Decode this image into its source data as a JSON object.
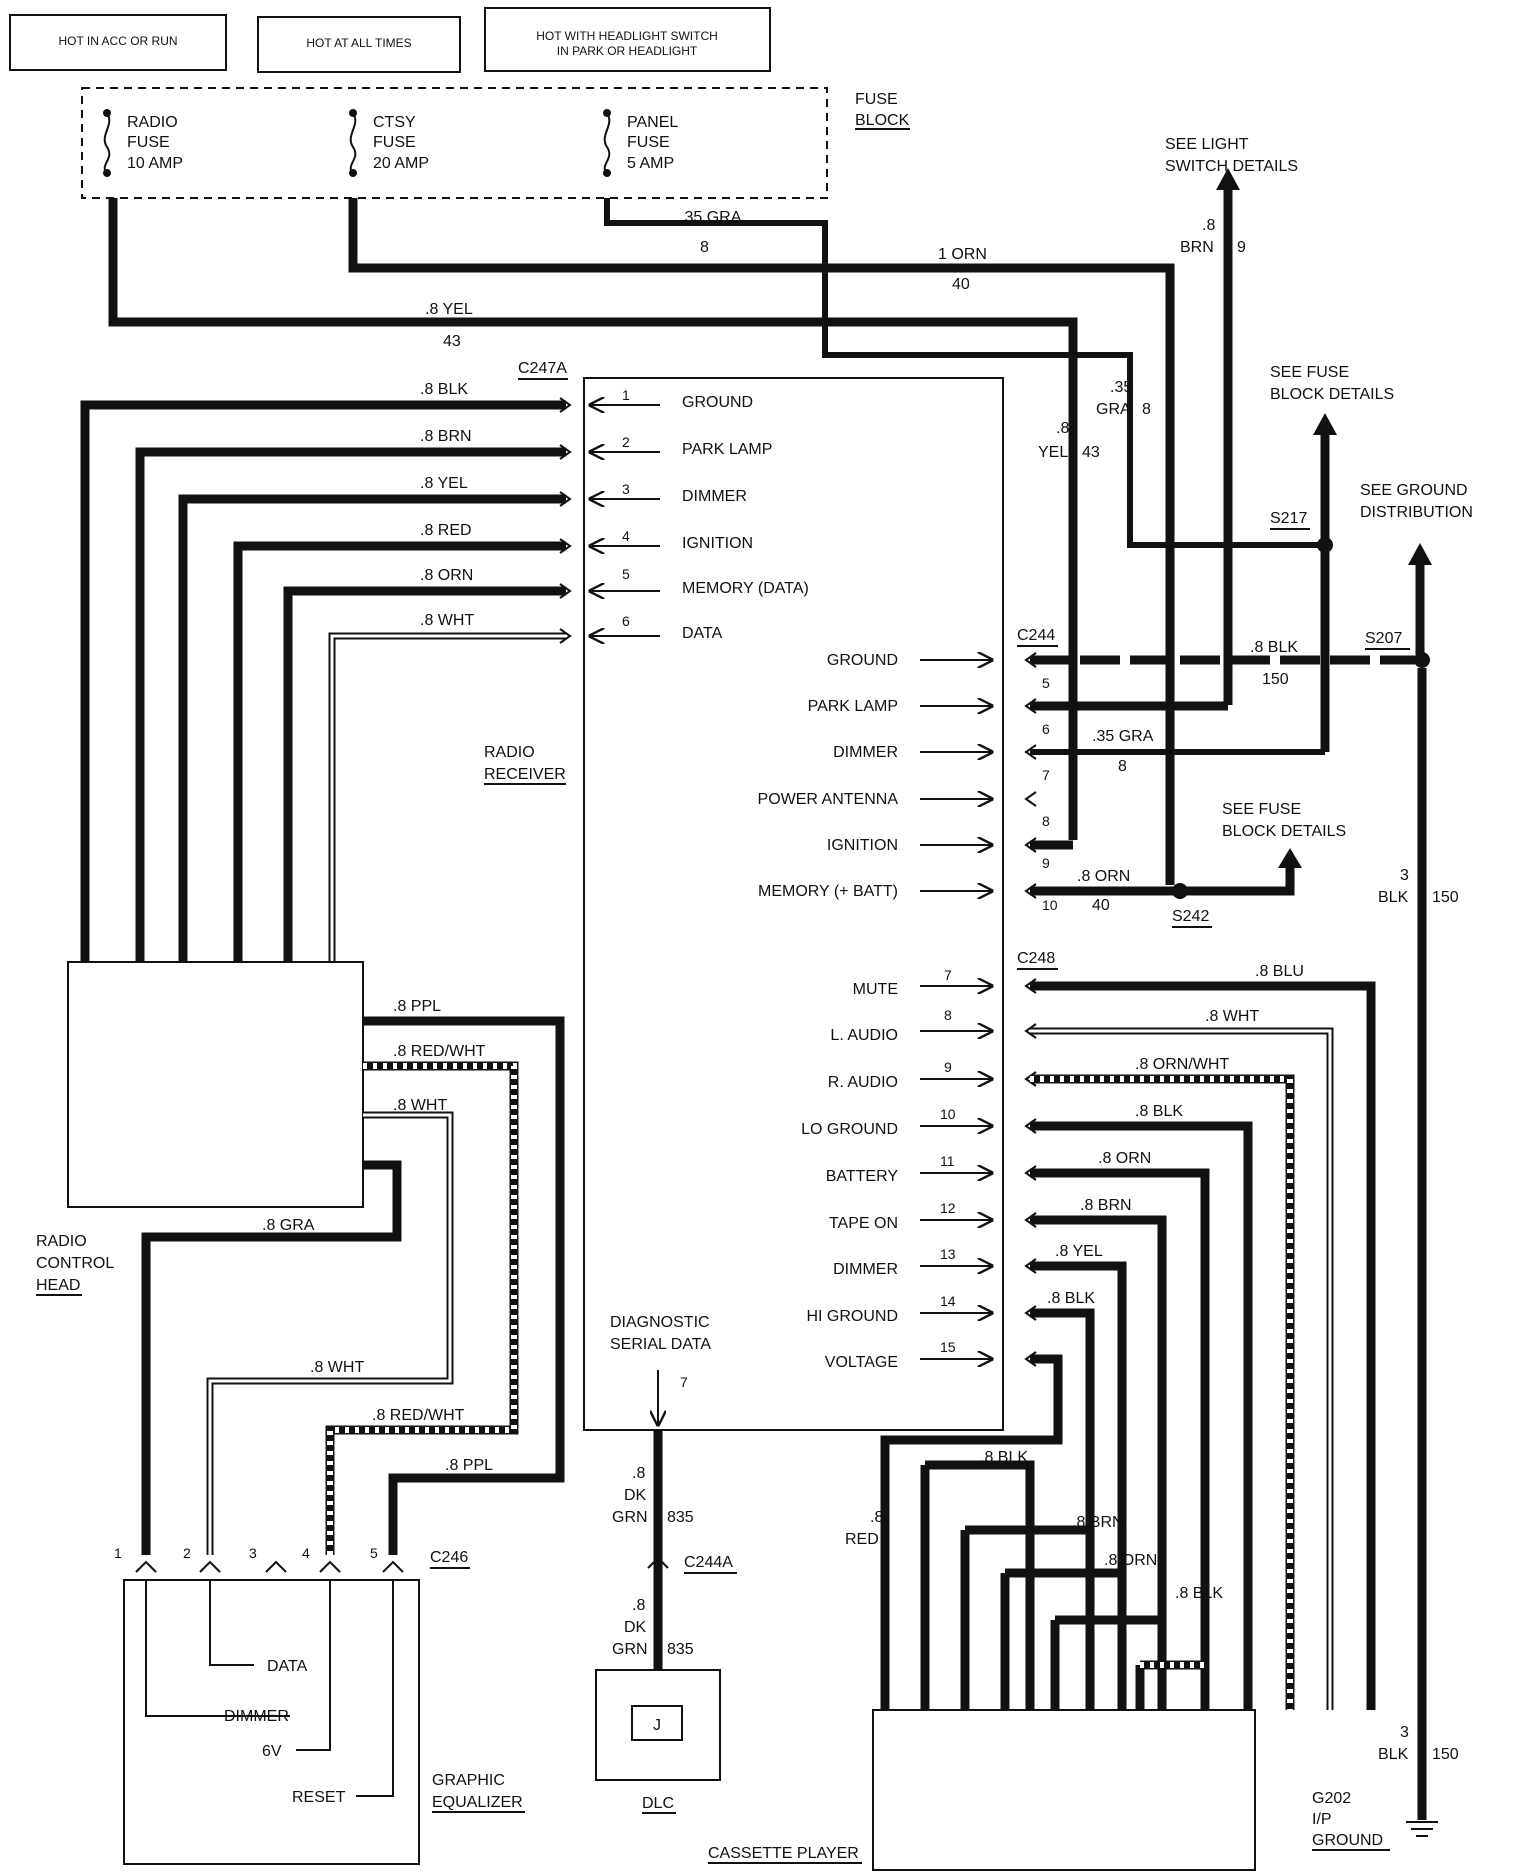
{
  "legend": {
    "acc_run": "HOT IN ACC OR RUN",
    "all_times": "HOT AT ALL TIMES",
    "headlight_1": "HOT WITH HEADLIGHT SWITCH",
    "headlight_2": "IN PARK OR HEADLIGHT"
  },
  "fuse_block": {
    "label_1": "FUSE",
    "label_2": "BLOCK",
    "radio": [
      "RADIO",
      "FUSE",
      "10 AMP"
    ],
    "ctsy": [
      "CTSY",
      "FUSE",
      "20 AMP"
    ],
    "panel": [
      "PANEL",
      "FUSE",
      "5 AMP"
    ]
  },
  "wires_top": {
    "gra_35": ".35 GRA",
    "gra_35_num": "8",
    "orn_1": "1 ORN",
    "orn_1_num": "40",
    "yel_8": ".8 YEL",
    "yel_8_num": "43",
    "brn_8": ".8",
    "brn_8_b": "BRN",
    "brn_8_num": "9",
    "gra_35_b": ".35",
    "gra_35_b2": "GRA",
    "gra_35_b_num": "8",
    "yel_8_b": ".8",
    "yel_8_b2": "YEL",
    "yel_8_b_num": "43"
  },
  "refs": {
    "light_switch_1": "SEE LIGHT",
    "light_switch_2": "SWITCH DETAILS",
    "fuse_details_1": "SEE FUSE",
    "fuse_details_2": "BLOCK DETAILS",
    "ground_dist_1": "SEE GROUND",
    "ground_dist_2": "DISTRIBUTION",
    "fuse_details_b1": "SEE FUSE",
    "fuse_details_b2": "BLOCK DETAILS"
  },
  "splices": {
    "s217": "S217",
    "s207": "S207",
    "s242": "S242"
  },
  "connectors": {
    "c247a": "C247A",
    "c244": "C244",
    "c248": "C248",
    "c246": "C246",
    "c244a": "C244A"
  },
  "c247a_wires": [
    ".8 BLK",
    ".8 BRN",
    ".8 YEL",
    ".8 RED",
    ".8 ORN",
    ".8  WHT"
  ],
  "receiver": {
    "label_1": "RADIO",
    "label_2": "RECEIVER",
    "left_pins": [
      {
        "num": "1",
        "name": "GROUND"
      },
      {
        "num": "2",
        "name": "PARK LAMP"
      },
      {
        "num": "3",
        "name": "DIMMER"
      },
      {
        "num": "4",
        "name": "IGNITION"
      },
      {
        "num": "5",
        "name": "MEMORY (DATA)"
      },
      {
        "num": "6",
        "name": "DATA"
      }
    ],
    "c244_pins": [
      {
        "num": "5",
        "name": "GROUND"
      },
      {
        "num": "6",
        "name": "PARK LAMP"
      },
      {
        "num": "7",
        "name": "DIMMER"
      },
      {
        "num": "8",
        "name": "POWER ANTENNA"
      },
      {
        "num": "9",
        "name": "IGNITION"
      },
      {
        "num": "10",
        "name": "MEMORY (+ BATT)"
      }
    ],
    "c248_pins": [
      {
        "num": "7",
        "name": "MUTE"
      },
      {
        "num": "8",
        "name": "L. AUDIO"
      },
      {
        "num": "9",
        "name": "R. AUDIO"
      },
      {
        "num": "10",
        "name": "LO GROUND"
      },
      {
        "num": "11",
        "name": "BATTERY"
      },
      {
        "num": "12",
        "name": "TAPE ON"
      },
      {
        "num": "13",
        "name": "DIMMER"
      },
      {
        "num": "14",
        "name": "HI GROUND"
      },
      {
        "num": "15",
        "name": "VOLTAGE"
      }
    ],
    "diag_1": "DIAGNOSTIC",
    "diag_2": "SERIAL DATA",
    "diag_pin": "7"
  },
  "c244_wires": {
    "blk": ".8 BLK",
    "blk_num": "150",
    "gra": ".35 GRA",
    "gra_num": "8",
    "orn": ".8 ORN",
    "orn_num": "40",
    "pin10_num": "10"
  },
  "c248_wires": [
    ".8 BLU",
    ".8  WHT",
    ".8 ORN/WHT",
    ".8 BLK",
    ".8 ORN",
    ".8 BRN",
    ".8 YEL",
    ".8 BLK"
  ],
  "cassette_wires": {
    "blk1": ".8 BLK",
    "red_1": ".8",
    "red_2": "RED",
    "brn": ".8 BRN",
    "orn": ".8 ORN",
    "blk2": ".8 BLK"
  },
  "ground_wire": {
    "a1": "3",
    "a2": "BLK",
    "a_num": "150",
    "b1": "3",
    "b2": "BLK",
    "b_num": "150"
  },
  "ground": {
    "g1": "G202",
    "g2": "I/P",
    "g3": "GROUND"
  },
  "control_head": {
    "label": [
      "RADIO",
      "CONTROL",
      "HEAD"
    ],
    "ppl": ".8 PPL",
    "red_wht": ".8 RED/WHT",
    "wht": ".8  WHT",
    "gra": ".8 GRA"
  },
  "eq_wires": {
    "wht": ".8  WHT",
    "red_wht": ".8 RED/WHT",
    "ppl": ".8 PPL"
  },
  "equalizer": {
    "label_1": "GRAPHIC",
    "label_2": "EQUALIZER",
    "pins": [
      "1",
      "2",
      "3",
      "4",
      "5"
    ],
    "data": "DATA",
    "dimmer": "DIMMER",
    "six_v": "6V",
    "reset": "RESET"
  },
  "dlc_wire": {
    "a": [
      ".8",
      "DK",
      "GRN"
    ],
    "a_num": "835",
    "b": [
      ".8",
      "DK",
      "GRN"
    ],
    "b_num": "835"
  },
  "dlc": {
    "label": "DLC",
    "pin": "J"
  },
  "cassette": {
    "label": "CASSETTE PLAYER"
  }
}
